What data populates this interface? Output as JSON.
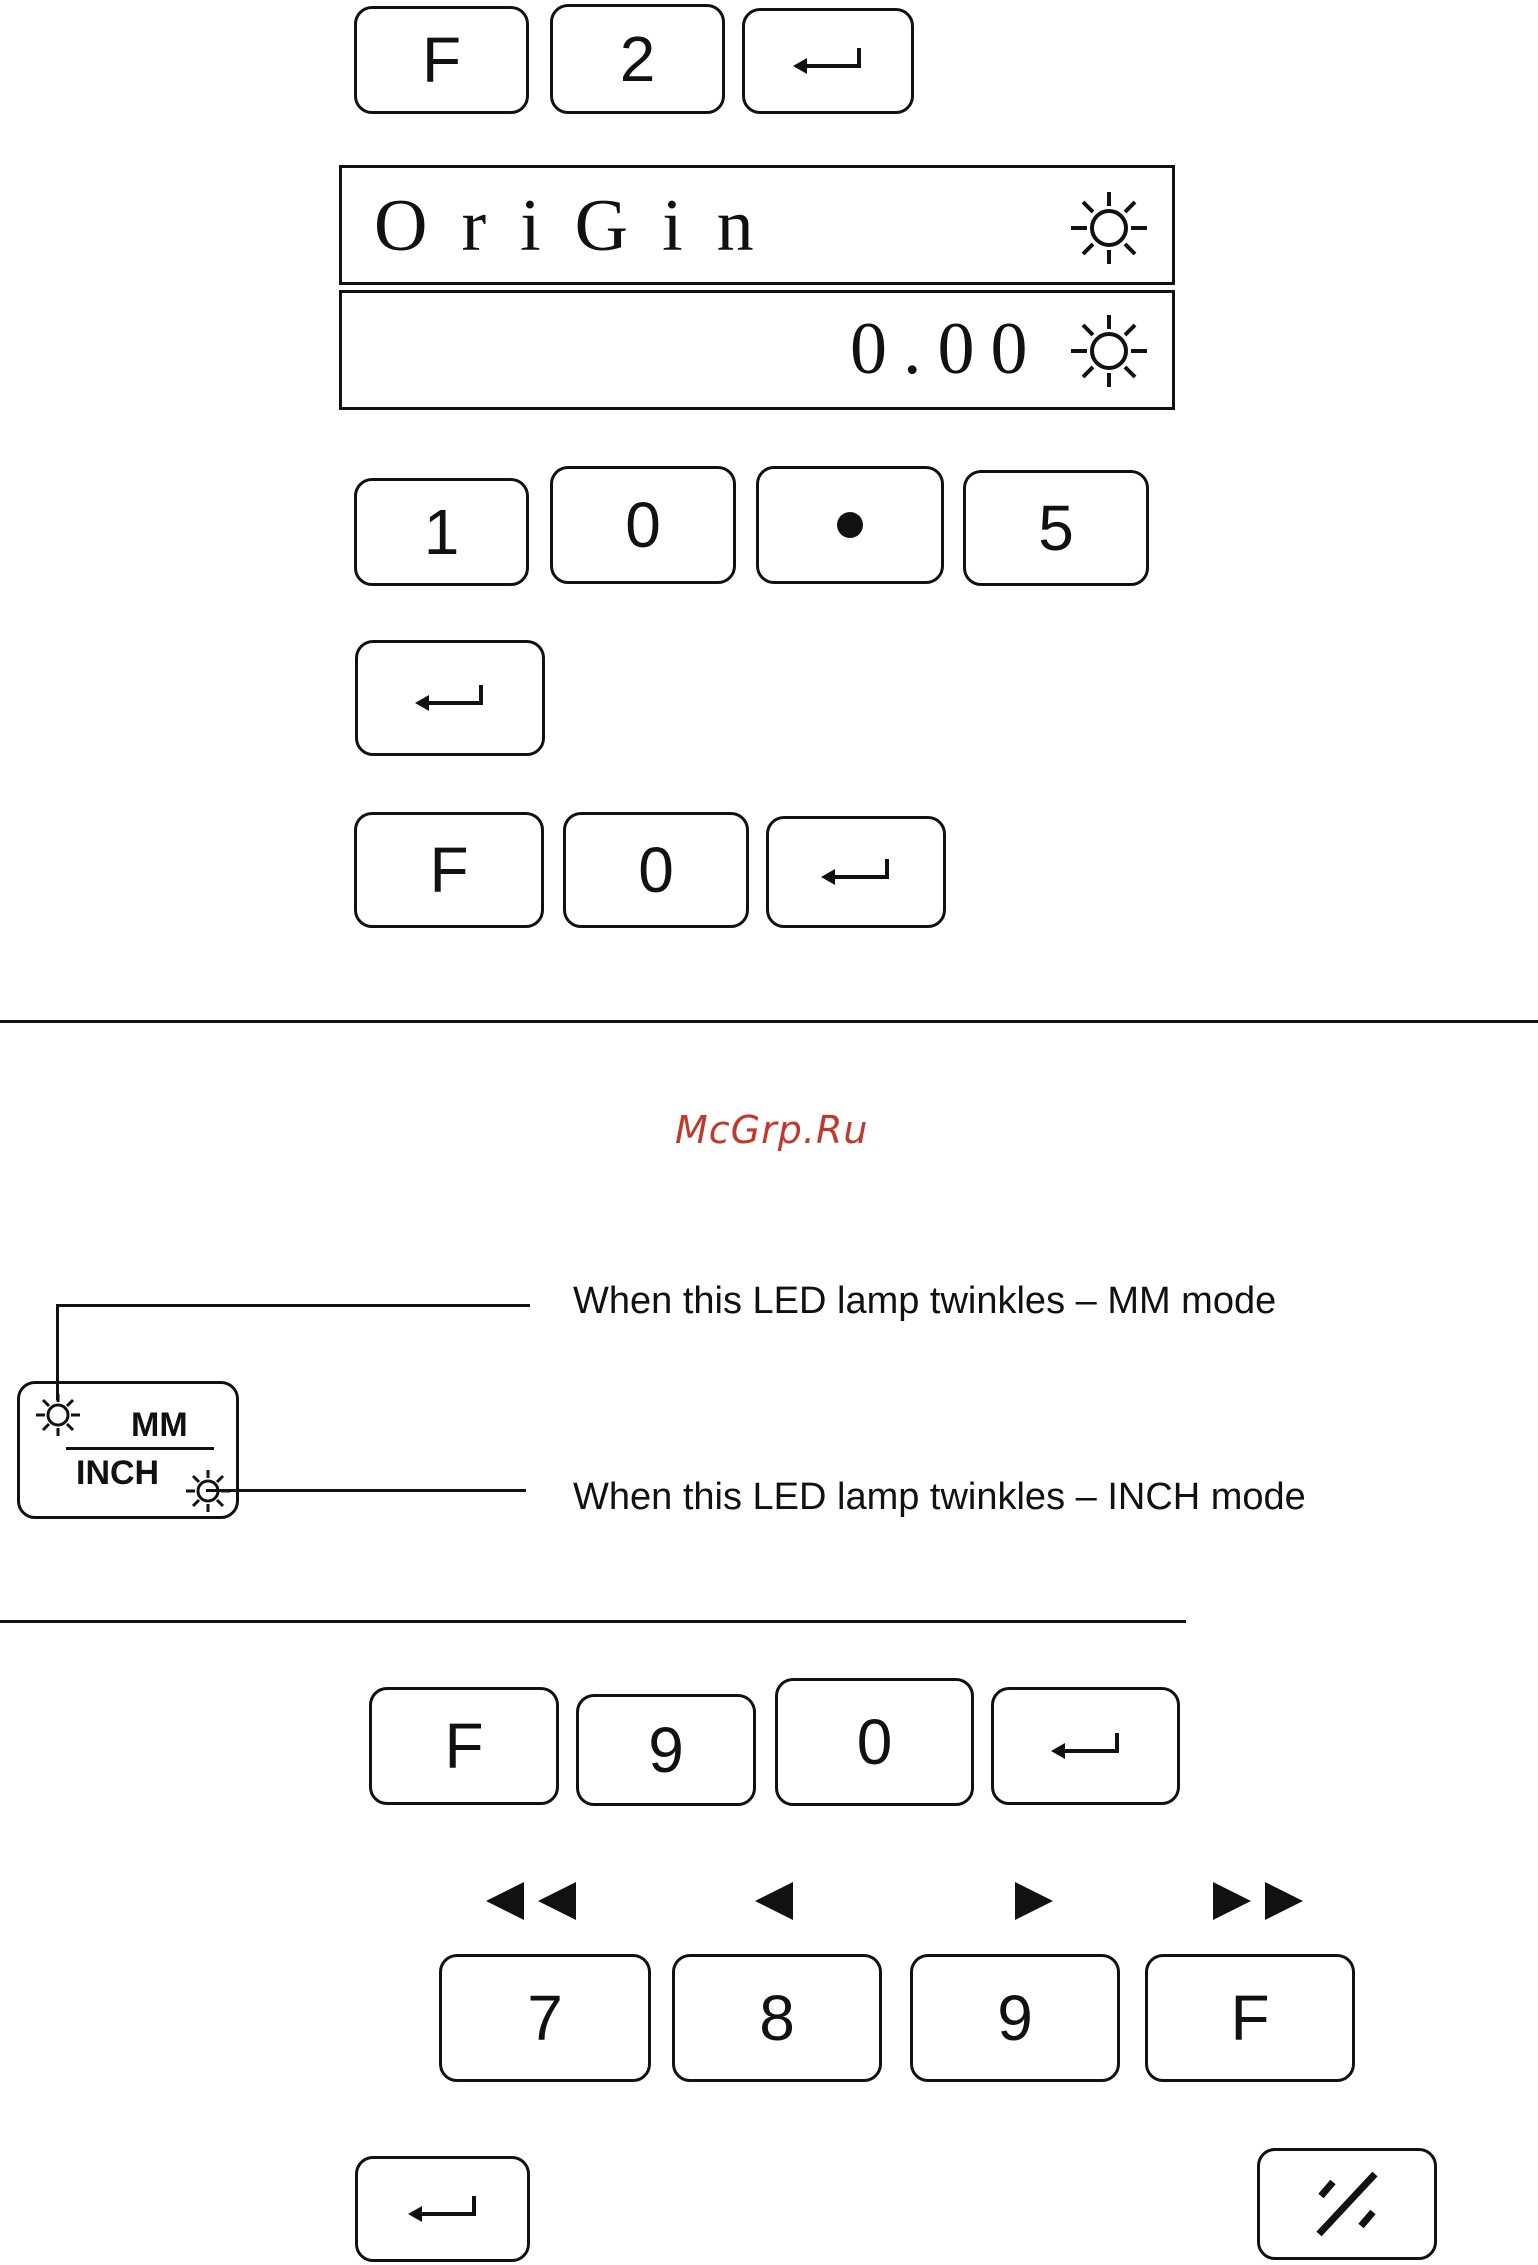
{
  "keys": {
    "f": "F",
    "two": "2",
    "one": "1",
    "zero": "0",
    "five": "5",
    "nine": "9",
    "seven": "7",
    "eight": "8"
  },
  "display": {
    "line1": "OriGin",
    "line2": "0.00"
  },
  "watermark": "McGrp.Ru",
  "led": {
    "mm_label": "MM",
    "inch_label": "INCH",
    "mm_note": "When this LED lamp twinkles – MM mode",
    "inch_note": "When this LED lamp twinkles – INCH mode"
  },
  "icons": {
    "enter": "enter-arrow-icon",
    "lamp": "sun-lamp-icon",
    "rewind": "double-left-triangle-icon",
    "left": "left-triangle-icon",
    "right": "right-triangle-icon",
    "forward": "double-right-triangle-icon",
    "half": "slash-half-icon"
  },
  "colors": {
    "ink": "#111111",
    "watermark": "#c0392b"
  }
}
